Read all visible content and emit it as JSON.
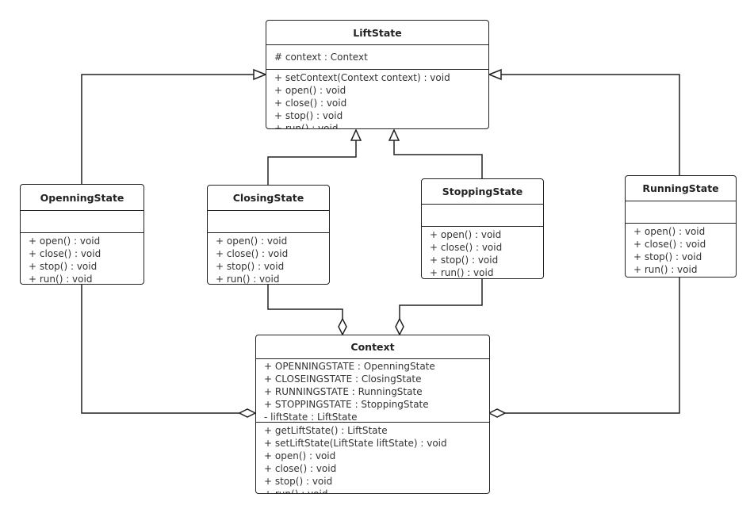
{
  "classes": [
    {
      "id": "liftstate",
      "name": "LiftState",
      "attributes": [
        "# context : Context"
      ],
      "methods": [
        "+ setContext(Context context) : void",
        "+ open() : void",
        "+ close() : void",
        "+ stop() : void",
        "+ run() : void"
      ]
    },
    {
      "id": "openningstate",
      "name": "OpenningState",
      "attributes": [],
      "methods": [
        "+ open() : void",
        "+ close() : void",
        "+ stop() : void",
        "+ run() : void"
      ]
    },
    {
      "id": "closingstate",
      "name": "ClosingState",
      "attributes": [],
      "methods": [
        "+ open() : void",
        "+ close() : void",
        "+ stop() : void",
        "+ run() : void"
      ]
    },
    {
      "id": "stoppingstate",
      "name": "StoppingState",
      "attributes": [],
      "methods": [
        "+ open() : void",
        "+ close() : void",
        "+ stop() : void",
        "+ run() : void"
      ]
    },
    {
      "id": "runningstate",
      "name": "RunningState",
      "attributes": [],
      "methods": [
        "+ open() : void",
        "+ close() : void",
        "+ stop() : void",
        "+ run() : void"
      ]
    },
    {
      "id": "context",
      "name": "Context",
      "attributes": [
        "+ OPENNINGSTATE : OpenningState",
        "+ CLOSEINGSTATE : ClosingState",
        "+ RUNNINGSTATE : RunningState",
        "+ STOPPINGSTATE : StoppingState",
        "- liftState : LiftState"
      ],
      "methods": [
        "+ getLiftState() : LiftState",
        "+ setLiftState(LiftState liftState) : void",
        "+ open() : void",
        "+ close() : void",
        "+ stop() : void",
        "+ run() : void"
      ]
    }
  ],
  "relations": [
    {
      "type": "generalization",
      "from": "OpenningState",
      "to": "LiftState"
    },
    {
      "type": "generalization",
      "from": "ClosingState",
      "to": "LiftState"
    },
    {
      "type": "generalization",
      "from": "StoppingState",
      "to": "LiftState"
    },
    {
      "type": "generalization",
      "from": "RunningState",
      "to": "LiftState"
    },
    {
      "type": "aggregation",
      "from": "OpenningState",
      "to": "Context"
    },
    {
      "type": "aggregation",
      "from": "ClosingState",
      "to": "Context"
    },
    {
      "type": "aggregation",
      "from": "StoppingState",
      "to": "Context"
    },
    {
      "type": "aggregation",
      "from": "RunningState",
      "to": "Context"
    }
  ],
  "colors": {
    "line": "#222222",
    "text": "#333333",
    "background": "#ffffff"
  }
}
